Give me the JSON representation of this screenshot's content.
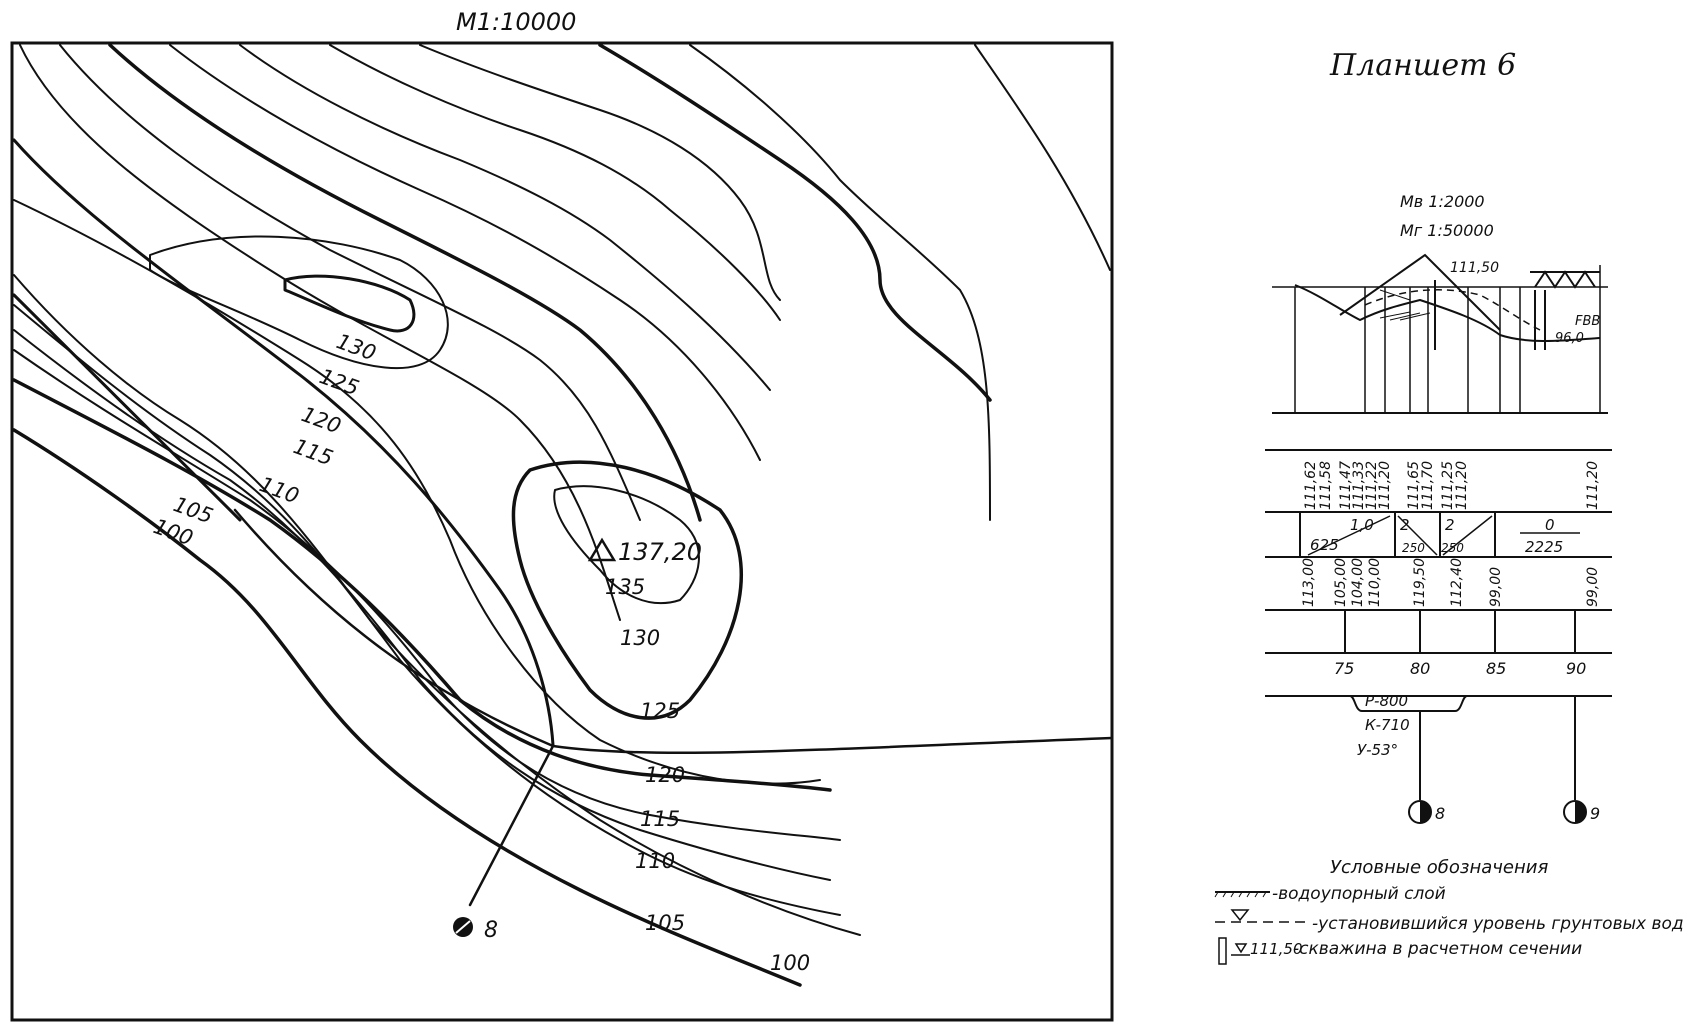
{
  "map": {
    "scale": "M1:10000",
    "contour_labels": {
      "c130a": "130",
      "c125a": "125",
      "c120a": "120",
      "c115a": "115",
      "c110a": "110",
      "c105a": "105",
      "c100a": "100",
      "c135b": "135",
      "c130b": "130",
      "c125b": "125",
      "c120b": "120",
      "c115b": "115",
      "c110b": "110",
      "c105b": "105",
      "c100b": "100"
    },
    "peak_elevation": "137,20",
    "borehole_label": "8"
  },
  "sheet": {
    "title": "Планшет 6"
  },
  "profile": {
    "scale_vertical": "Mв 1:2000",
    "scale_horizontal": "Mг 1:50000",
    "well_mark": "111,50",
    "fbb_label": "FBB",
    "water_mark": "96,0",
    "design_elevations": [
      "111,62",
      "111,58",
      "111,47",
      "111,33",
      "111,22",
      "111,20",
      "111,65",
      "111,70",
      "111,25",
      "111,20",
      "111,20"
    ],
    "slopes": {
      "s1_top": "1,0",
      "s1_bottom": "625",
      "s2_top": "2",
      "s2_bottom": "250",
      "s3_top": "2",
      "s3_bottom": "250",
      "s4_top": "0",
      "s4_bottom": "2225"
    },
    "ground_elevations": [
      "113,00",
      "105,00",
      "104,00",
      "110,00",
      "119,50",
      "112,40",
      "99,00",
      "99,00"
    ],
    "pickets": [
      "75",
      "80",
      "85",
      "90"
    ],
    "curve": {
      "radius": "Р-800",
      "length": "К-710",
      "angle": "У-53°"
    },
    "boreholes": [
      "8",
      "9"
    ]
  },
  "legend": {
    "title": "Условные обозначения",
    "items": [
      {
        "symbol": "aquitard-symbol",
        "text": "-водоупорный слой"
      },
      {
        "symbol": "groundwater-symbol",
        "text": "-установившийся уровень грунтовых вод"
      },
      {
        "symbol": "borehole-symbol",
        "mark": "111,50",
        "text": "-скважина в расчетном сечении"
      }
    ]
  }
}
